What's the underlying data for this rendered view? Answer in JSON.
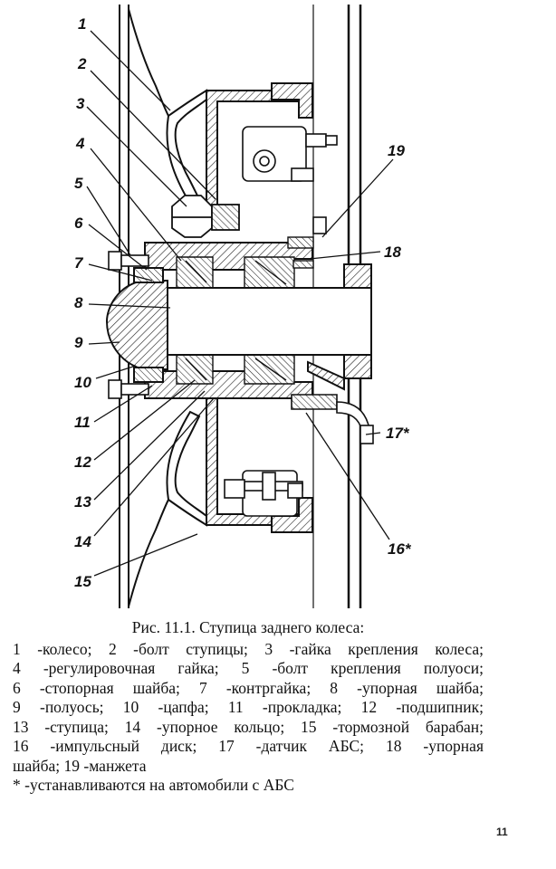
{
  "figure": {
    "callouts": [
      "1",
      "2",
      "3",
      "4",
      "5",
      "6",
      "7",
      "8",
      "9",
      "10",
      "11",
      "12",
      "13",
      "14",
      "15",
      "16*",
      "17*",
      "18",
      "19"
    ],
    "caption_title": "Рис. 11.1. Ступица заднего колеса:",
    "legend_lines": [
      "1 -колесо; 2 -болт ступицы; 3 -гайка крепления колеса;",
      "4 -регулировочная гайка; 5 -болт крепления полуоси;",
      "6 -стопорная шайба; 7 -контргайка; 8 -упорная шайба;",
      "9 -полуось; 10 -цапфа; 11 -прокладка; 12 -подшипник;",
      "13 -ступица; 14 -упорное кольцо; 15 -тормозной барабан;",
      "16 -импульсный диск; 17 -датчик АБС; 18 -упорная",
      "шайба; 19 -манжета"
    ],
    "footnote": "* -устанавливаются на автомобили с АБС",
    "page_number": "11"
  }
}
